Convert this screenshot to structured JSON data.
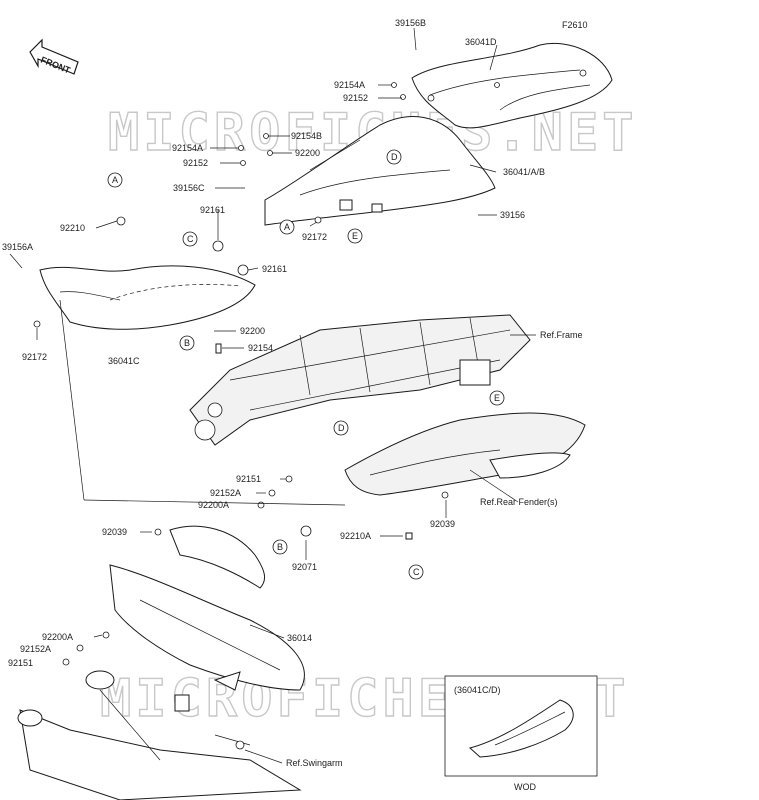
{
  "watermarks": [
    "MICROFICHES.NET",
    "MICROFICHES.NET"
  ],
  "front_arrow": "FRONT",
  "figure_code": "F2610",
  "labels": {
    "l39156B": "39156B",
    "l36041D": "36041D",
    "l92154A_top": "92154A",
    "l92152_top": "92152",
    "l92154B": "92154B",
    "l92154A": "92154A",
    "l92200_top": "92200",
    "l92152": "92152",
    "l36041AB": "36041/A/B",
    "l39156C": "39156C",
    "l92161_a": "92161",
    "l92210": "92210",
    "l39156": "39156",
    "l92172_mid": "92172",
    "l39156A": "39156A",
    "l92161_b": "92161",
    "l92172": "92172",
    "l92200_mid": "92200",
    "l92154": "92154",
    "l36041C": "36041C",
    "l_ref_frame": "Ref.Frame",
    "l92151_a": "92151",
    "l92152A_a": "92152A",
    "l92200A_a": "92200A",
    "l92039_a": "92039",
    "l_ref_rear_fender": "Ref.Rear Fender(s)",
    "l92039_b": "92039",
    "l92210A": "92210A",
    "l92071": "92071",
    "l92200A_b": "92200A",
    "l36014": "36014",
    "l92152A_b": "92152A",
    "l92151_b": "92151",
    "l_ref_swingarm": "Ref.Swingarm",
    "inset_title": "(36041C/D)",
    "inset_caption": "WOD"
  },
  "callouts": {
    "A1": "A",
    "A2": "A",
    "B1": "B",
    "B2": "B",
    "C1": "C",
    "C2": "C",
    "D1": "D",
    "D2": "D",
    "E1": "E",
    "E2": "E"
  }
}
